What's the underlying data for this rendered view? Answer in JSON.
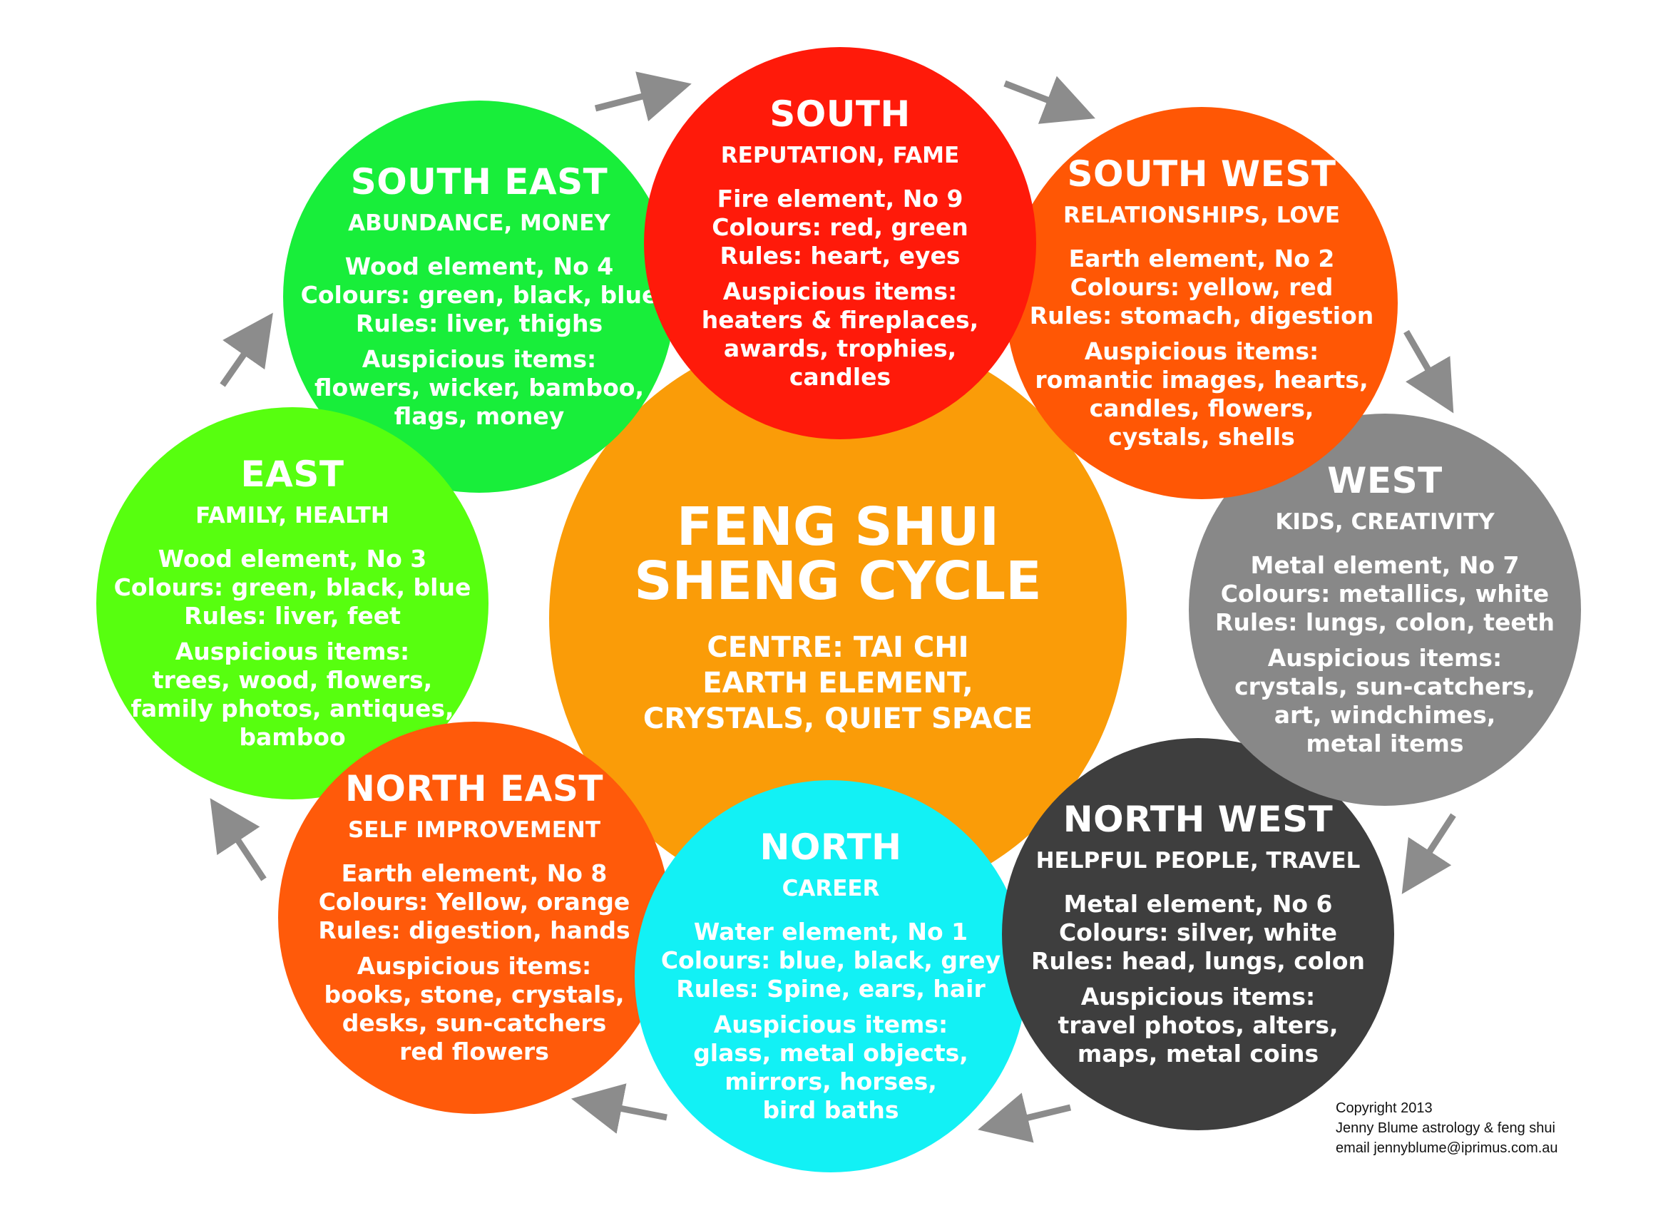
{
  "center": {
    "title_lines": [
      "FENG SHUI",
      "SHENG CYCLE"
    ],
    "subtitle_lines": [
      "CENTRE: TAI CHI",
      "EARTH ELEMENT,",
      "CRYSTALS, QUIET SPACE"
    ],
    "color": "#FA9C08"
  },
  "sectors": [
    {
      "id": "south-east",
      "title": "SOUTH EAST",
      "theme": "ABUNDANCE, MONEY",
      "color": "#18EE3A",
      "lines": [
        "Wood element, No 4",
        "Colours: green, black, blue",
        "Rules: liver, thighs"
      ],
      "auspicious": [
        "Auspicious items:",
        "flowers, wicker, bamboo,",
        "flags, money"
      ]
    },
    {
      "id": "east",
      "title": "EAST",
      "theme": "FAMILY, HEALTH",
      "color": "#57FF0F",
      "lines": [
        "Wood element, No 3",
        "Colours: green, black, blue",
        "Rules: liver, feet"
      ],
      "auspicious": [
        "Auspicious items:",
        "trees, wood, flowers,",
        "family photos, antiques,",
        "bamboo"
      ]
    },
    {
      "id": "north-east",
      "title": "NORTH EAST",
      "theme": "SELF IMPROVEMENT",
      "color": "#FF5A0A",
      "lines": [
        "Earth element, No 8",
        "Colours: Yellow, orange",
        "Rules: digestion, hands"
      ],
      "auspicious": [
        "Auspicious items:",
        "books, stone, crystals,",
        "desks, sun-catchers",
        "red flowers"
      ]
    },
    {
      "id": "north",
      "title": "NORTH",
      "theme": "CAREER",
      "color": "#12F1F5",
      "lines": [
        "Water element, No 1",
        "Colours: blue, black, grey",
        "Rules: Spine, ears, hair"
      ],
      "auspicious": [
        "Auspicious items:",
        "glass, metal objects,",
        "mirrors, horses,",
        "bird baths"
      ]
    },
    {
      "id": "north-west",
      "title": "NORTH WEST",
      "theme": "HELPFUL PEOPLE, TRAVEL",
      "color": "#3E3E3E",
      "lines": [
        "Metal element, No 6",
        "Colours: silver, white",
        "Rules: head, lungs, colon"
      ],
      "auspicious": [
        "Auspicious items:",
        "travel photos, alters,",
        "maps, metal coins"
      ]
    },
    {
      "id": "west",
      "title": "WEST",
      "theme": "KIDS, CREATIVITY",
      "color": "#888888",
      "lines": [
        "Metal element, No 7",
        "Colours: metallics, white",
        "Rules: lungs, colon, teeth"
      ],
      "auspicious": [
        "Auspicious items:",
        "crystals, sun-catchers,",
        "art, windchimes,",
        "metal items"
      ]
    },
    {
      "id": "south-west",
      "title": "SOUTH WEST",
      "theme": "RELATIONSHIPS, LOVE",
      "color": "#FF5705",
      "lines": [
        "Earth element, No 2",
        "Colours: yellow, red",
        "Rules: stomach, digestion"
      ],
      "auspicious": [
        "Auspicious items:",
        "romantic images, hearts,",
        "candles, flowers,",
        "cystals, shells"
      ]
    },
    {
      "id": "south",
      "title": "SOUTH",
      "theme": "REPUTATION, FAME",
      "color": "#FF1A0A",
      "lines": [
        "Fire element, No 9",
        "Colours: red, green",
        "Rules: heart, eyes"
      ],
      "auspicious": [
        "Auspicious items:",
        "heaters & fireplaces,",
        "awards, trophies,",
        "candles"
      ]
    }
  ],
  "arrow_color": "#8C8C8C",
  "copyright": {
    "lines": [
      "Copyright 2013",
      "Jenny Blume astrology & feng shui",
      "email jennyblume@iprimus.com.au"
    ]
  }
}
